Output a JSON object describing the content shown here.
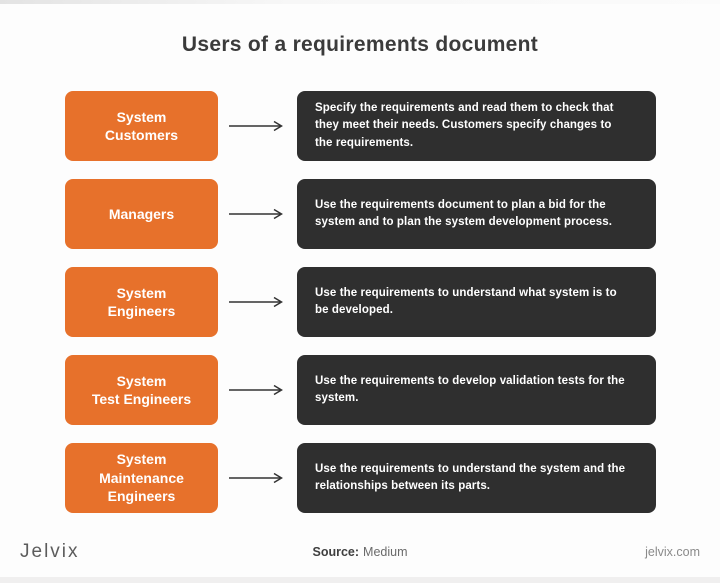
{
  "page": {
    "title": "Users of a requirements document"
  },
  "rows": [
    {
      "role": "System\nCustomers",
      "description": "Specify the requirements and read them to check that they meet their needs. Customers specify changes to the requirements."
    },
    {
      "role": "Managers",
      "description": "Use the requirements document to plan a bid for the system and to plan the system development process."
    },
    {
      "role": "System\nEngineers",
      "description": "Use the requirements to understand what system is to be developed."
    },
    {
      "role": "System\nTest Engineers",
      "description": "Use the requirements to develop validation tests for the system."
    },
    {
      "role": "System\nMaintenance\nEngineers",
      "description": "Use the requirements to understand the system and the relationships between its parts."
    }
  ],
  "footer": {
    "logo": "Jelvix",
    "source_label": "Source:",
    "source_value": "Medium",
    "website": "jelvix.com"
  },
  "colors": {
    "role_box": "#e7712b",
    "description_box": "#2f2f2f",
    "title_text": "#3b3b3b",
    "arrow": "#333333"
  }
}
